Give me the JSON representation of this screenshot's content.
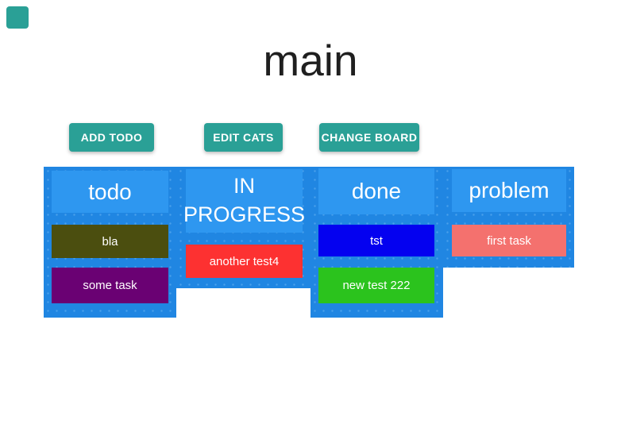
{
  "app": {
    "menu_square_color": "#2aa096"
  },
  "header": {
    "title": "main",
    "title_color": "#1f1f1f"
  },
  "toolbar": {
    "button_color": "#2aa096",
    "buttons": [
      {
        "label": "ADD TODO"
      },
      {
        "label": "EDIT CATS"
      },
      {
        "label": "CHANGE BOARD"
      }
    ]
  },
  "board": {
    "column_bg_color": "#2086e2",
    "column_header_bg_color": "#2e97f0",
    "columns": [
      {
        "title": "todo",
        "cards": [
          {
            "text": "bla",
            "color": "#4b4e0f"
          },
          {
            "text": "some task",
            "color": "#6a0173"
          }
        ]
      },
      {
        "title": "IN PROGRESS",
        "cards": [
          {
            "text": "another test4",
            "color": "#fd3131"
          }
        ]
      },
      {
        "title": "done",
        "cards": [
          {
            "text": "tst",
            "color": "#0401f0"
          },
          {
            "text": "new test 222",
            "color": "#2bc31d"
          }
        ]
      },
      {
        "title": "problem",
        "cards": [
          {
            "text": "first task",
            "color": "#f4716e"
          }
        ]
      }
    ]
  }
}
